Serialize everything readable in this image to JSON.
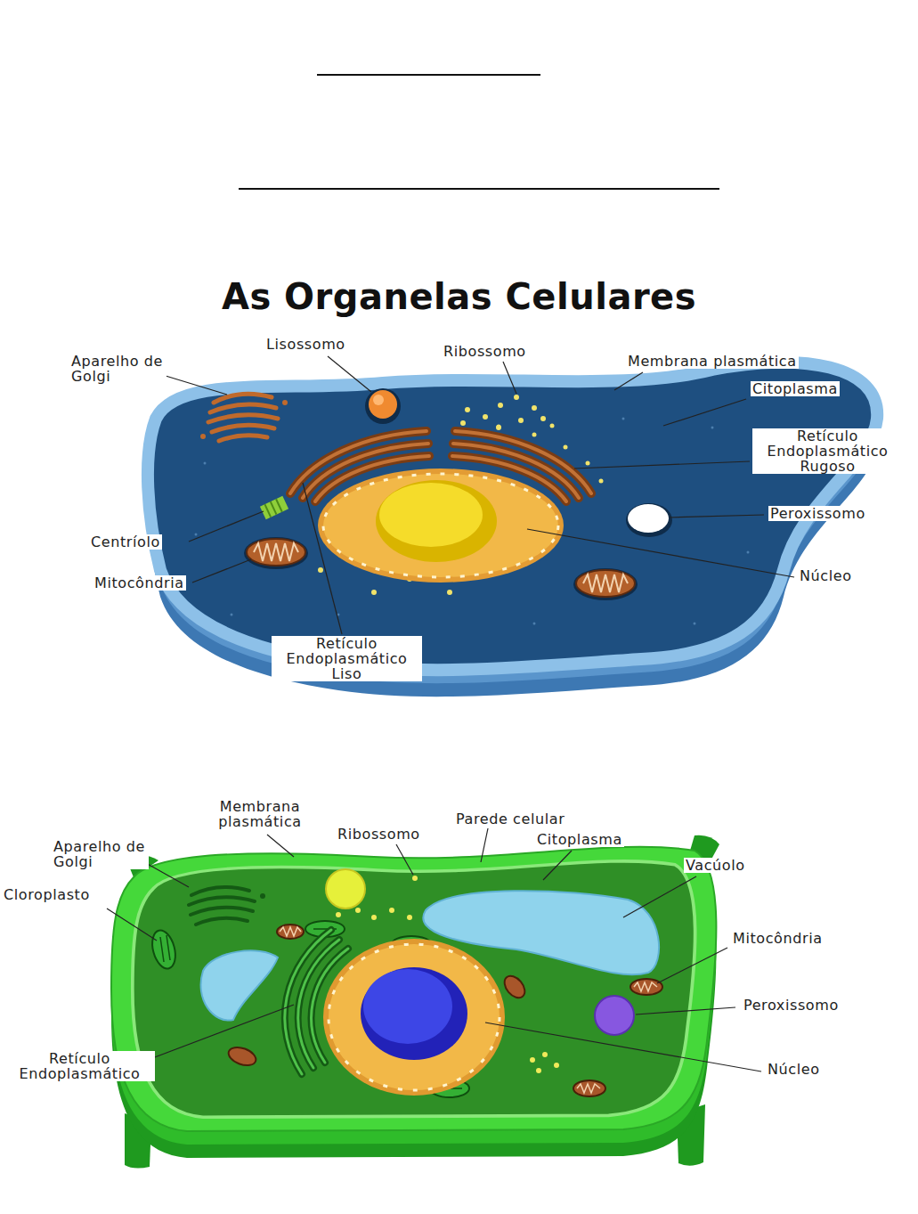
{
  "diagram": {
    "title": "As Organelas Celulares",
    "labels": [
      "Aparelho de Golgi",
      "Lisossomo",
      "Ribossomo",
      "Membrana plasmática",
      "Citoplasma",
      "Retículo Endoplasmático Rugoso",
      "Peroxissomo",
      "Núcleo",
      "Centríolo",
      "Mitocôndria",
      "Retículo Endoplasmático Liso",
      "Membrana plasmática",
      "Parede celular",
      "Ribossomo",
      "Citoplasma",
      "Aparelho de Golgi",
      "Cloroplasto",
      "Vacúolo",
      "Mitocôndria",
      "Peroxissomo",
      "Retículo Endoplasmático",
      "Núcleo"
    ]
  }
}
